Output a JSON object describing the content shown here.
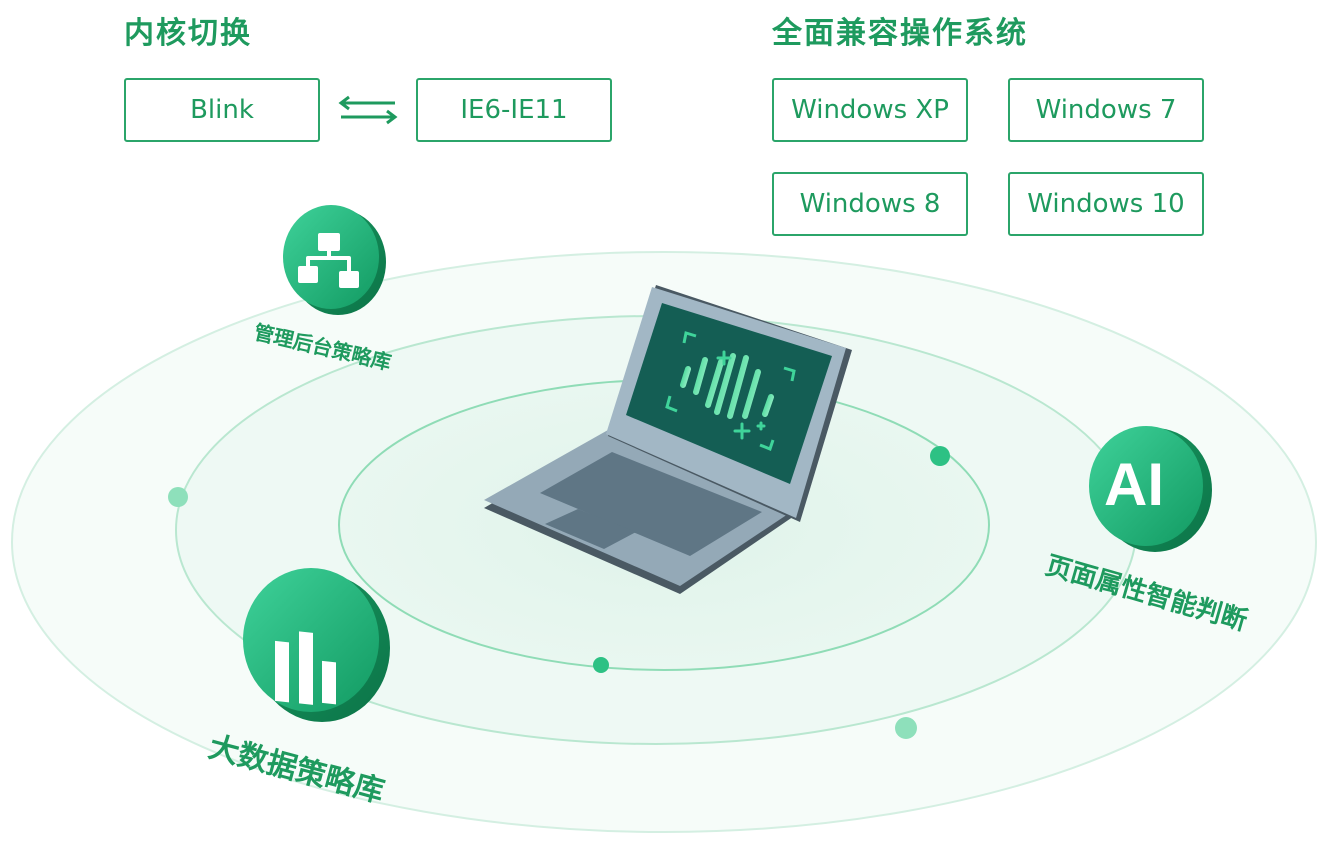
{
  "kernel": {
    "title": "内核切换",
    "left_label": "Blink",
    "right_label": "IE6-IE11"
  },
  "os": {
    "title": "全面兼容操作系统",
    "items": [
      "Windows XP",
      "Windows 7",
      "Windows 8",
      "Windows 10"
    ]
  },
  "features": {
    "admin": "管理后台策略库",
    "ai": "页面属性智能判断",
    "ai_badge": "AI",
    "bigdata": "大数据策略库"
  },
  "colors": {
    "brand_green": "#1e9a5e",
    "border_green": "#2ba56a",
    "laptop_gray": "#8fa5b4",
    "screen_teal": "#145e54"
  },
  "icons": {
    "switch": "switch-arrows-icon",
    "admin": "hierarchy-icon",
    "ai": "ai-icon",
    "bigdata": "bar-chart-icon",
    "laptop": "laptop-icon"
  }
}
